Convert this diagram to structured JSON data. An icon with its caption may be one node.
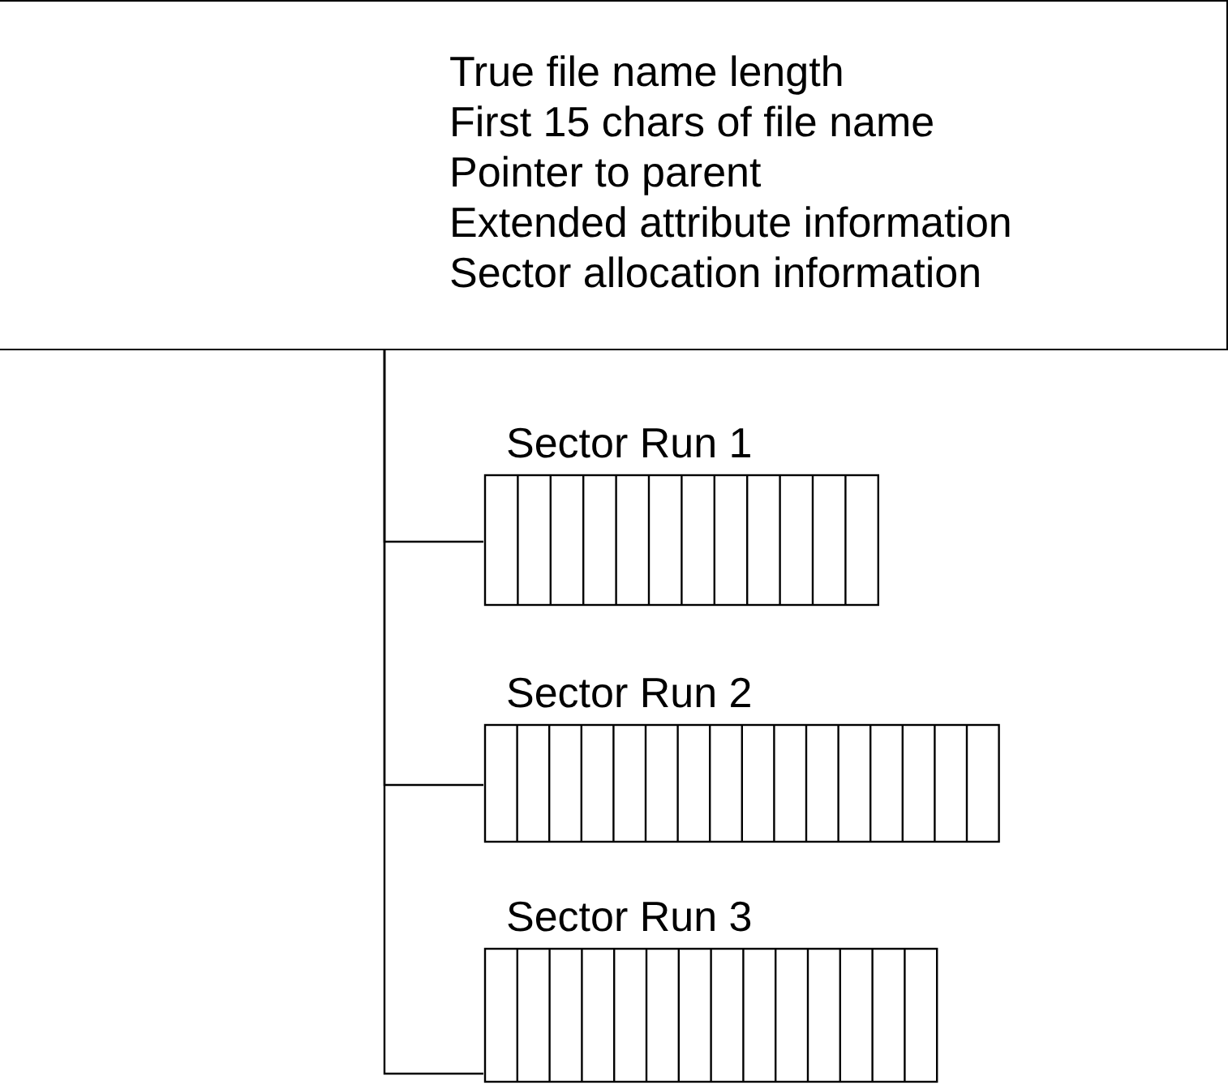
{
  "diagram": {
    "nodes": [
      {
        "text": [
          "True file name length",
          "First 15 chars of file name",
          "Pointer to parent",
          "Extended attribute information",
          "Sector allocation information"
        ]
      },
      {
        "text": [
          "Sector Run 1"
        ]
      },
      {
        "text": [
          "Sector Run 2"
        ]
      },
      {
        "text": [
          "Sector Run 3"
        ]
      }
    ],
    "edges": [
      {
        "from": 0,
        "to": 1,
        "arrow": "none"
      },
      {
        "from": 0,
        "to": 2,
        "arrow": "none"
      },
      {
        "from": 0,
        "to": 3,
        "arrow": "none"
      }
    ]
  }
}
